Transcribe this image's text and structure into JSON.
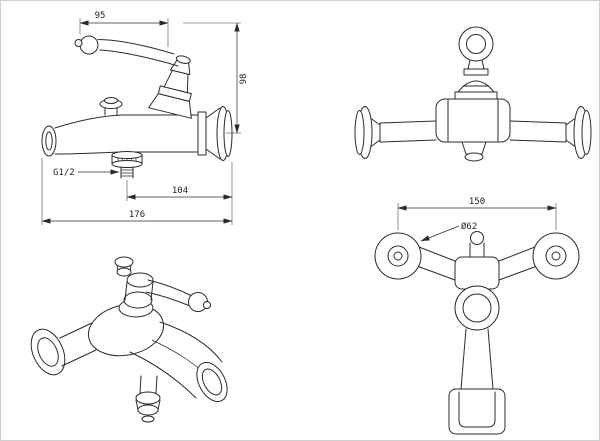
{
  "drawing": {
    "background_color": "#ffffff",
    "line_color": "#2b2b2b",
    "side_view": {
      "dim_top_width": "95",
      "dim_height": "98",
      "dim_thread": "G1/2",
      "dim_mid_width": "104",
      "dim_overall_width": "176"
    },
    "rear_view": {
      "dim_centers": "150",
      "dim_flange_diameter": "Ø62"
    }
  }
}
